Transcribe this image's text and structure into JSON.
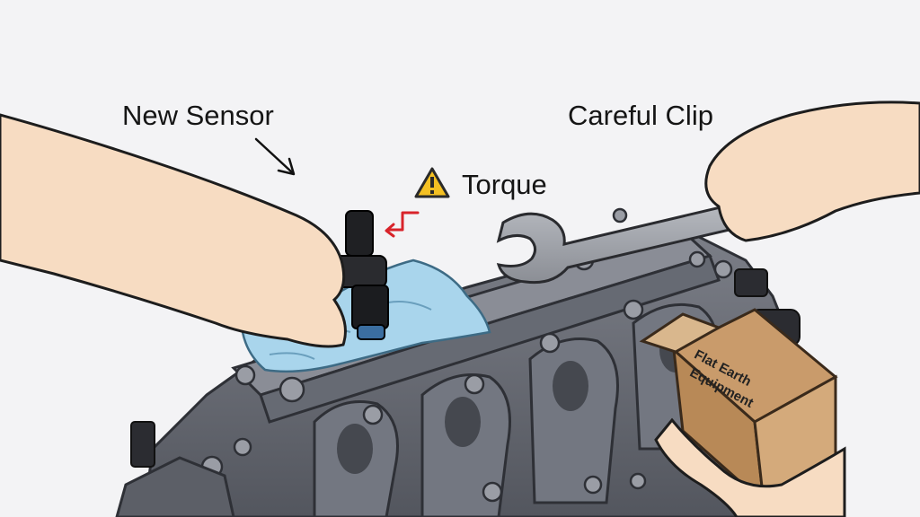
{
  "labels": {
    "new_sensor": "New Sensor",
    "careful_clip": "Careful Clip",
    "torque": "Torque"
  },
  "box": {
    "text_line1": "Flat Earth",
    "text_line2": "Equipment"
  },
  "icons": {
    "warning": "warning-triangle-icon",
    "arrow": "red-elbow-arrow-icon"
  },
  "colors": {
    "background": "#f3f3f5",
    "engine": "#6d7079",
    "skin": "#f7dcc2",
    "box": "#d4aa7b",
    "warning": "#f4c022",
    "arrow": "#d8232a",
    "cloth": "#a9d5ec"
  }
}
